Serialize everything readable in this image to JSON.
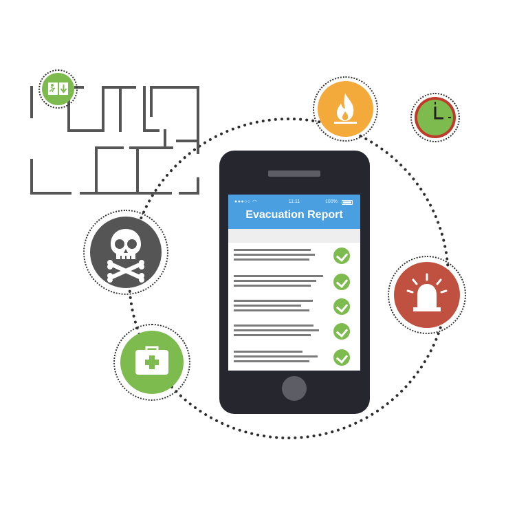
{
  "phone": {
    "status_signal": "●●●○○",
    "status_wifi": "◠",
    "status_time": "11:11",
    "status_battery": "100%",
    "screen_title": "Evacuation Report",
    "checklist": [
      {
        "status": "checked",
        "check_icon": "check-icon"
      },
      {
        "status": "checked",
        "check_icon": "check-icon"
      },
      {
        "status": "checked",
        "check_icon": "check-icon"
      },
      {
        "status": "checked",
        "check_icon": "check-icon"
      },
      {
        "status": "checked",
        "check_icon": "check-icon"
      }
    ]
  },
  "icons": {
    "exit": {
      "name": "emergency-exit-icon",
      "color": "#7dbb4f"
    },
    "fire": {
      "name": "fire-icon",
      "color": "#f4a93b"
    },
    "clock": {
      "name": "clock-icon",
      "color": "#7dbb4f",
      "accent": "#c0392b"
    },
    "alarm": {
      "name": "alarm-light-icon",
      "color": "#c0503f"
    },
    "hazard": {
      "name": "skull-crossbones-icon",
      "color": "#555555"
    },
    "first_aid": {
      "name": "first-aid-kit-icon",
      "color": "#7dbb4f"
    },
    "floorplan": {
      "name": "floor-plan-icon",
      "color": "#555555"
    }
  },
  "colors": {
    "phone_body": "#26262e",
    "screen_header": "#4a9fe0",
    "check_green": "#7dbb4f",
    "dotted_orbit": "#333333"
  }
}
